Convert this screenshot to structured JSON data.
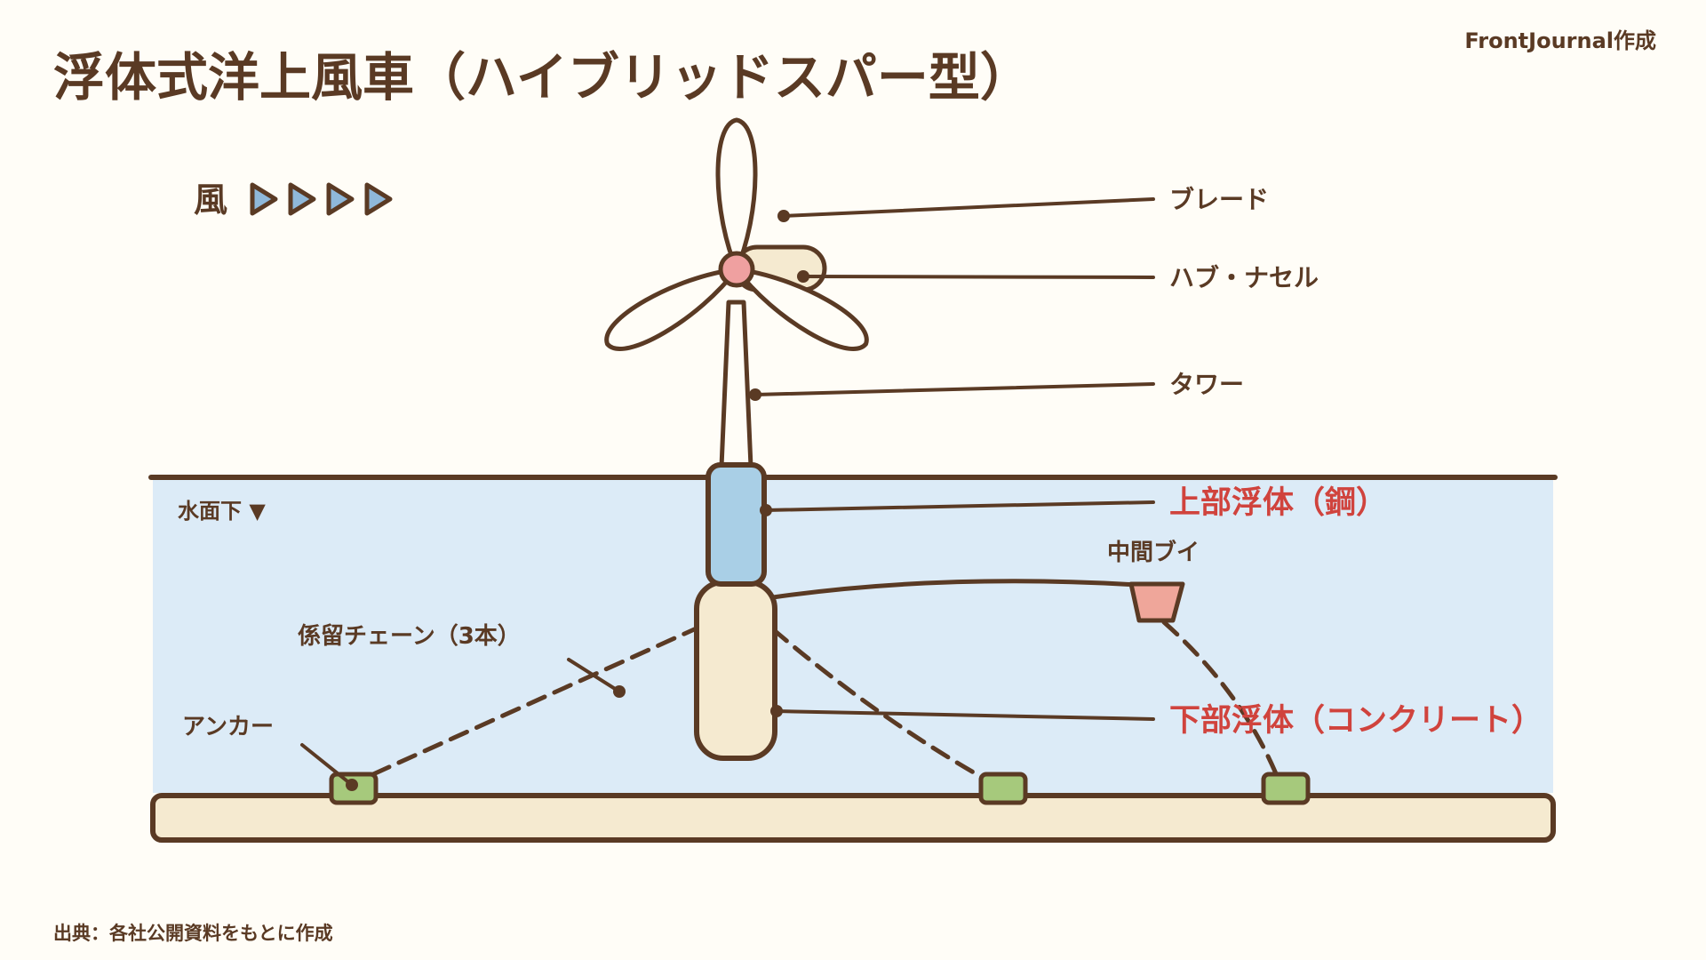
{
  "header": {
    "title": "浮体式洋上風車（ハイブリッドスパー型）",
    "credit": "FrontJournal作成"
  },
  "wind": {
    "label": "風",
    "arrow_icon": "play-triangle-icon"
  },
  "labels": {
    "blade": "ブレード",
    "hub_nacelle": "ハブ・ナセル",
    "tower": "タワー",
    "upper_float": "上部浮体（鋼）",
    "mid_buoy": "中間ブイ",
    "lower_float": "下部浮体（コンクリート）",
    "mooring_chain": "係留チェーン（3本）",
    "anchor": "アンカー",
    "water_surface": "水面下 ▼"
  },
  "footer": {
    "source": "出典：各社公開資料をもとに作成"
  },
  "colors": {
    "background": "#FFFDF7",
    "outline": "#5A3A24",
    "water": "#DCEBF7",
    "upper_float": "#A9CFE6",
    "cream": "#F5EAD0",
    "hub": "#EFA0A0",
    "buoy": "#EFA69A",
    "anchor": "#A6C97C",
    "accent_red": "#D0433D",
    "wind_arrow": "#8FB8DA"
  }
}
